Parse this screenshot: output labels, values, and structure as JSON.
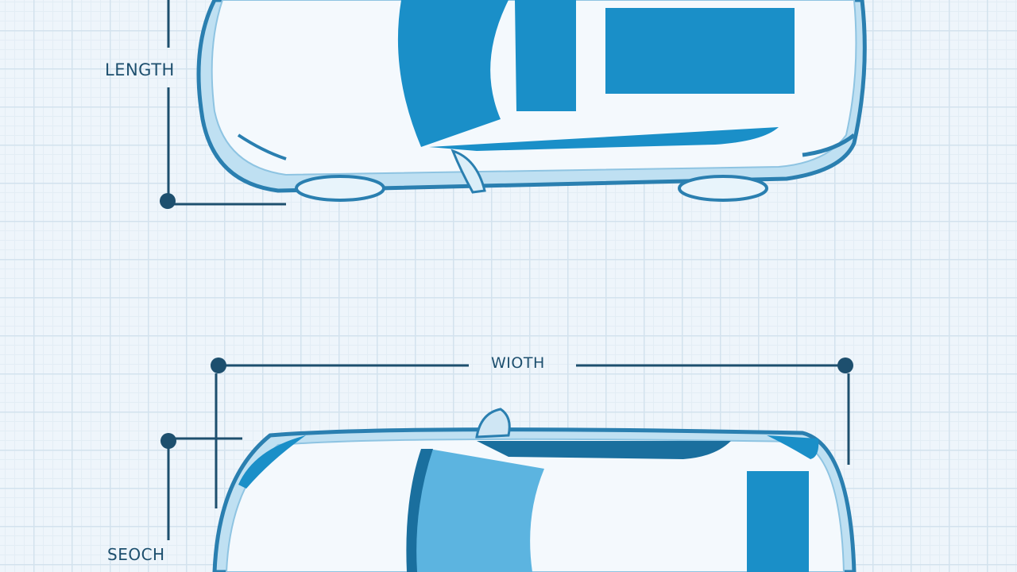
{
  "labels": {
    "length": "LENGTH",
    "width": "WIOTH",
    "bottom": "SEOCH"
  },
  "colors": {
    "background": "#eef5fb",
    "glass": "#1a8fc8",
    "outline": "#2a7fb0",
    "dimension_line": "#1d4f6e"
  }
}
